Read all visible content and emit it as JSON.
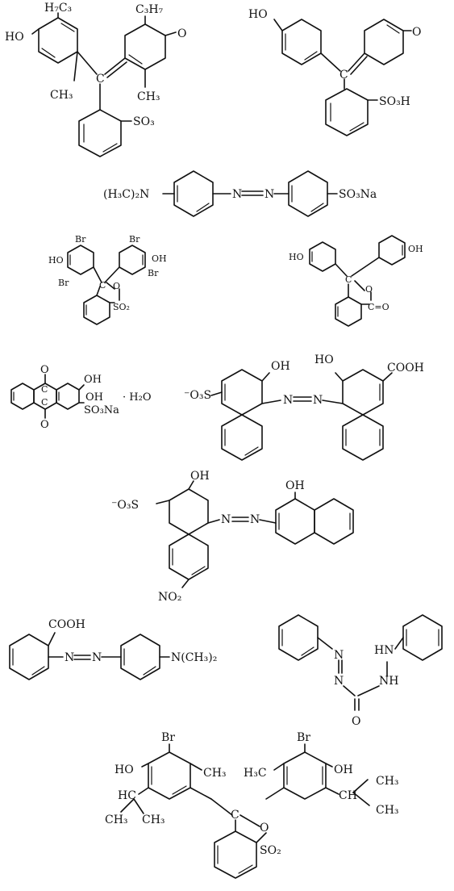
{
  "s1": {
    "h7c3": "H₇C₃",
    "ho": "HO",
    "ch3": "CH₃",
    "c": "C",
    "c3h7": "C₃H₇",
    "o": "O",
    "ch3b": "CH₃",
    "so3": "SO₃"
  },
  "s2": {
    "ho": "HO",
    "o": "O",
    "c": "C",
    "so3h": "SO₃H"
  },
  "s3": {
    "left": "(H₃C)₂N",
    "n1": "N",
    "n2": "N",
    "right": "SO₃Na"
  },
  "s4": {
    "br1": "Br",
    "br2": "Br",
    "br3": "Br",
    "br4": "Br",
    "ho": "HO",
    "oh": "OH",
    "c": "C",
    "o": "O",
    "so2": "SO₂"
  },
  "s5": {
    "ho": "HO",
    "oh": "OH",
    "c": "C",
    "o": "O",
    "co": "C=O"
  },
  "s6": {
    "o1": "O",
    "o2": "O",
    "c1": "C",
    "c2": "C",
    "oh1": "OH",
    "oh2": "OH",
    "so3na": "SO₃Na",
    "h2o": "· H₂O"
  },
  "s7": {
    "so3": "⁻O₃S",
    "oh": "OH",
    "ho": "HO",
    "cooh": "COOH",
    "n1": "N",
    "n2": "N"
  },
  "s8": {
    "so3": "⁻O₃S",
    "oh": "OH",
    "oh2": "OH",
    "n1": "N",
    "n2": "N",
    "no2": "NO₂"
  },
  "s9": {
    "cooh": "COOH",
    "n1": "N",
    "n2": "N",
    "nme2": "N(CH₃)₂"
  },
  "s10": {
    "n1": "N",
    "n2": "N",
    "hn": "HN",
    "nh": "NH",
    "o": "O"
  },
  "s11": {
    "br1": "Br",
    "br2": "Br",
    "ho": "HO",
    "ch3a": "CH₃",
    "h3c": "H₃C",
    "oh": "OH",
    "hc": "HC",
    "ch": "CH",
    "ch3b": "CH₃",
    "ch3c": "CH₃",
    "ch3d": "CH₃",
    "ch3e": "CH₃",
    "c": "C",
    "o": "O",
    "so2": "SO₂"
  }
}
